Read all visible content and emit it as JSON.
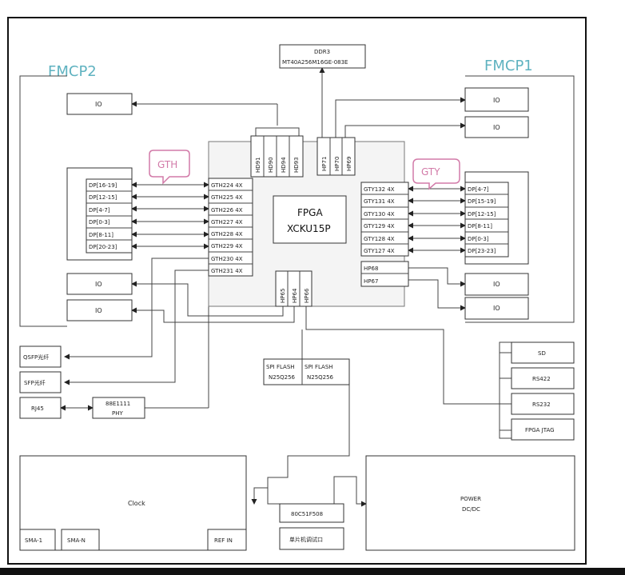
{
  "fmc": {
    "left_title": "FMCP2",
    "right_title": "FMCP1"
  },
  "ddr": {
    "line1": "DDR3",
    "line2": "MT40A256M16GE-083E"
  },
  "fpga": {
    "line1": "FPGA",
    "line2": "XCKU15P"
  },
  "callouts": {
    "gth": "GTH",
    "gty": "GTY"
  },
  "left_io": [
    "IO",
    "IO",
    "IO"
  ],
  "right_io": [
    "IO",
    "IO",
    "IO",
    "IO"
  ],
  "left_dp": [
    "DP[16-19]",
    "DP[12-15]",
    "DP[4-7]",
    "DP[0-3]",
    "DP[8-11]",
    "DP[20-23]"
  ],
  "right_dp": [
    "DP[4-7]",
    "DP[15-19]",
    "DP[12-15]",
    "DP[8-11]",
    "DP[0-3]",
    "DP[23-23]"
  ],
  "gth": [
    "GTH224 4X",
    "GTH225 4X",
    "GTH226 4X",
    "GTH227 4X",
    "GTH228 4X",
    "GTH229 4X",
    "GTH230 4X",
    "GTH231 4X"
  ],
  "gty": [
    "GTY132 4X",
    "GTY131 4X",
    "GTY130 4X",
    "GTY129 4X",
    "GTY128 4X",
    "GTY127 4X"
  ],
  "hp_right": [
    "HP68",
    "HP67"
  ],
  "hd_banks": [
    "HD91",
    "HD90",
    "HD94",
    "HD93"
  ],
  "hp_top": [
    "HP71",
    "HP70",
    "HP69"
  ],
  "hp_bottom": [
    "HP65",
    "HP64",
    "HP66"
  ],
  "left_periph": {
    "qsfp": "QSFP光纤",
    "sfp": "SFP光纤",
    "rj45": "RJ45",
    "phy_line1": "88E1111",
    "phy_line2": "PHY"
  },
  "spi_flash": [
    {
      "line1": "SPI FLASH",
      "line2": "N25Q256"
    },
    {
      "line1": "SPI FLASH",
      "line2": "N25Q256"
    }
  ],
  "right_periph": [
    "SD",
    "RS422",
    "RS232",
    "FPGA JTAG"
  ],
  "clock": {
    "label": "Clock",
    "sma1": "SMA-1",
    "sman": "SMA-N",
    "refin": "REF IN"
  },
  "mcu": {
    "chip": "80C51F508",
    "debug": "单片机调试口"
  },
  "power": {
    "line1": "POWER",
    "line2": "DC/DC"
  }
}
